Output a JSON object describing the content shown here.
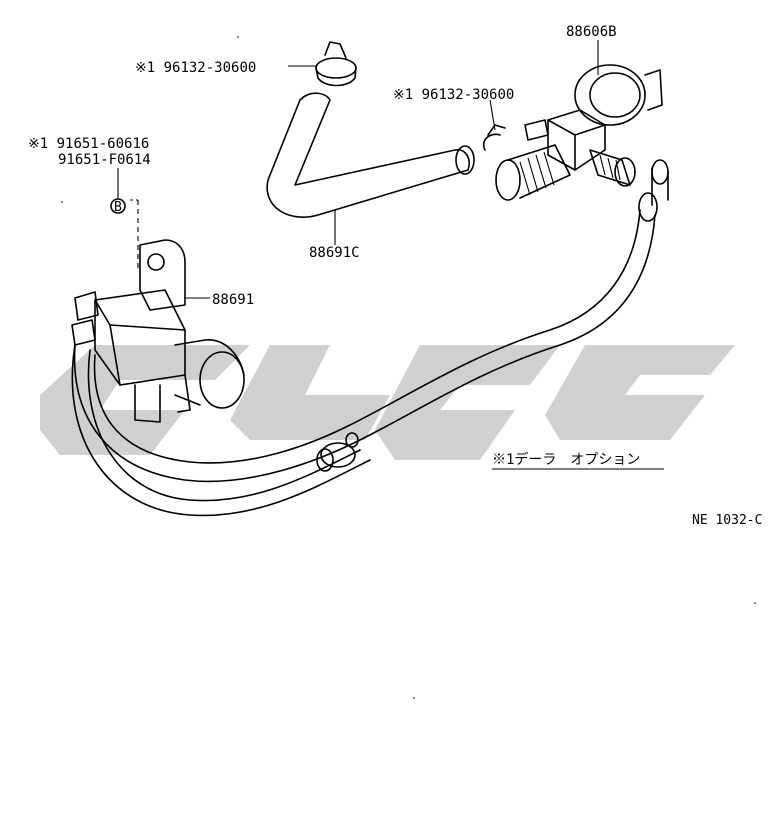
{
  "diagram": {
    "labels": {
      "clamp_top": "※1 96132-30600",
      "clamp_right": "※1 96132-30600",
      "valve_part": "88606B",
      "bolt_line1": "※1 91651-60616",
      "bolt_line2": "91651-F0614",
      "bolt_callout": "B",
      "hose_part": "88691C",
      "vsv_part": "88691",
      "note": "※1デーラ　オプション",
      "drawing_code": "NE 1032-C"
    },
    "colors": {
      "line": "#000000",
      "watermark": "#c8c8c8",
      "background": "#ffffff"
    }
  }
}
